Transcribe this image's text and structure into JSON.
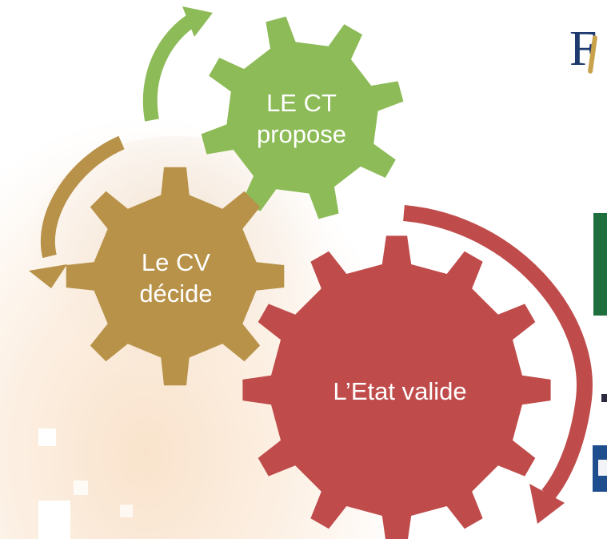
{
  "gears": [
    {
      "id": "ct",
      "lines": [
        "LE CT",
        "propose"
      ],
      "color": "#8dbb57"
    },
    {
      "id": "cv",
      "lines": [
        "Le CV",
        "décide"
      ],
      "color": "#b89248"
    },
    {
      "id": "etat",
      "lines": [
        "L’Etat valide"
      ],
      "color": "#c04b4b"
    }
  ],
  "arrows": [
    {
      "id": "ct-arrow",
      "color": "#8dbb57"
    },
    {
      "id": "cv-arrow",
      "color": "#b89248"
    },
    {
      "id": "etat-arrow",
      "color": "#c04b4b"
    }
  ],
  "logo": {
    "letter": "F",
    "primary_color": "#1f3a6e",
    "accent_color": "#c7a24a"
  },
  "edge_colors": {
    "green": "#1f6e3d",
    "blue": "#1f4e8e"
  }
}
